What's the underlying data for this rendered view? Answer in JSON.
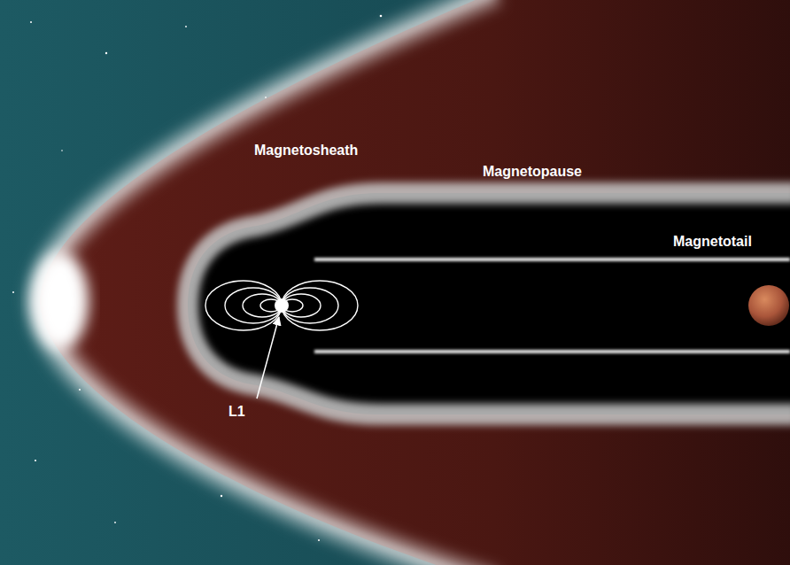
{
  "diagram": {
    "labels": [
      "Magnetosheath",
      "Magnetopause",
      "Magnetotail",
      "L1"
    ]
  }
}
